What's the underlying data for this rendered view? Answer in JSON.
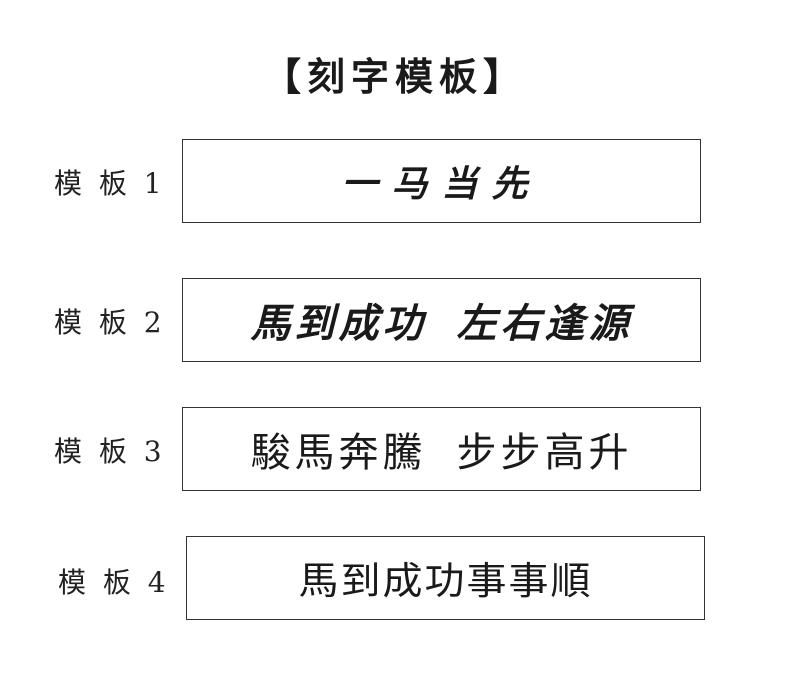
{
  "title": "【刻字模板】",
  "templates": [
    {
      "label": "模 板 1",
      "text_a": "一马当先",
      "text_b": ""
    },
    {
      "label": "模 板 2",
      "text_a": "馬到成功",
      "text_b": "左右逢源"
    },
    {
      "label": "模 板 3",
      "text_a": "駿馬奔騰",
      "text_b": "步步高升"
    },
    {
      "label": "模 板 4",
      "text_a": "馬到成功事事順",
      "text_b": ""
    }
  ]
}
